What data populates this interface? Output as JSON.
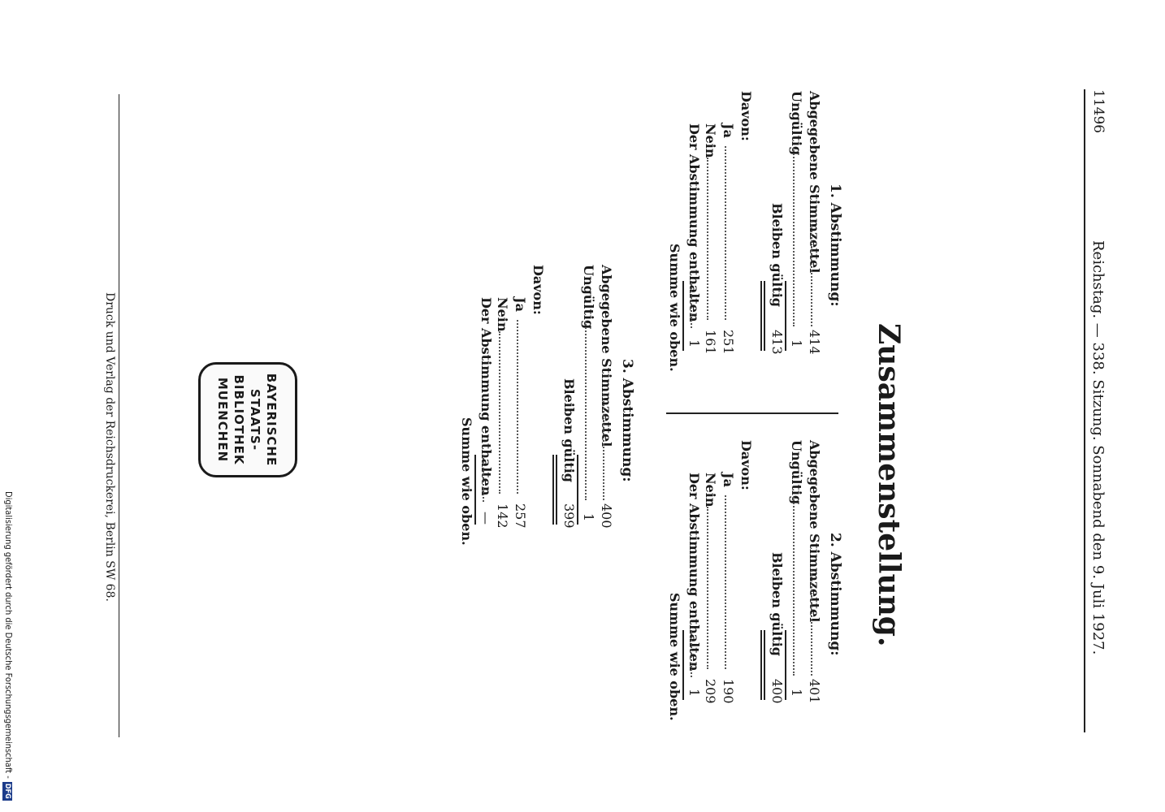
{
  "header": {
    "page_number": "11496",
    "running_title": "Reichstag. — 338. Sitzung. Sonnabend den 9. Juli 1927."
  },
  "title": "Zusammenstellung.",
  "section1": {
    "heading": "1. Abstimmung:",
    "abgegebene_label": "Abgegebene Stimmzettel",
    "abgegebene_value": "414",
    "ungueltig_label": "Ungültig",
    "ungueltig_value": "1",
    "bleiben_label": "Bleiben gültig",
    "bleiben_value": "413",
    "davon_label": "Davon:",
    "ja_label": "Ja",
    "ja_value": "251",
    "nein_label": "Nein",
    "nein_value": "161",
    "enthalten_label": "Der Abstimmung enthalten",
    "enthalten_value": "1",
    "summe_label": "Summe wie oben."
  },
  "section2": {
    "heading": "2. Abstimmung:",
    "abgegebene_label": "Abgegebene Stimmzettel",
    "abgegebene_value": "401",
    "ungueltig_label": "Ungültig",
    "ungueltig_value": "1",
    "bleiben_label": "Bleiben gültig",
    "bleiben_value": "400",
    "davon_label": "Davon:",
    "ja_label": "Ja",
    "ja_value": "190",
    "nein_label": "Nein",
    "nein_value": "209",
    "enthalten_label": "Der Abstimmung enthalten",
    "enthalten_value": "1",
    "summe_label": "Summe wie oben."
  },
  "section3": {
    "heading": "3. Abstimmung:",
    "abgegebene_label": "Abgegebene Stimmzettel",
    "abgegebene_value": "400",
    "ungueltig_label": "Ungültig",
    "ungueltig_value": "1",
    "bleiben_label": "Bleiben gültig",
    "bleiben_value": "399",
    "davon_label": "Davon:",
    "ja_label": "Ja",
    "ja_value": "257",
    "nein_label": "Nein",
    "nein_value": "142",
    "enthalten_label": "Der Abstimmung enthalten",
    "enthalten_value": "—",
    "summe_label": "Summe wie oben."
  },
  "footer": {
    "imprint": "Druck und Verlag der Reichsdruckerei, Berlin SW 68."
  },
  "stamp": {
    "line1": "BAYERISCHE",
    "line2": "STAATS-",
    "line3": "BIBLIOTHEK",
    "line4": "MUENCHEN"
  },
  "sidebar": {
    "funding_note": "Digitalisierung gefördert durch die Deutsche Forschungsgemeinschaft -",
    "dfg_badge": "DFG"
  }
}
